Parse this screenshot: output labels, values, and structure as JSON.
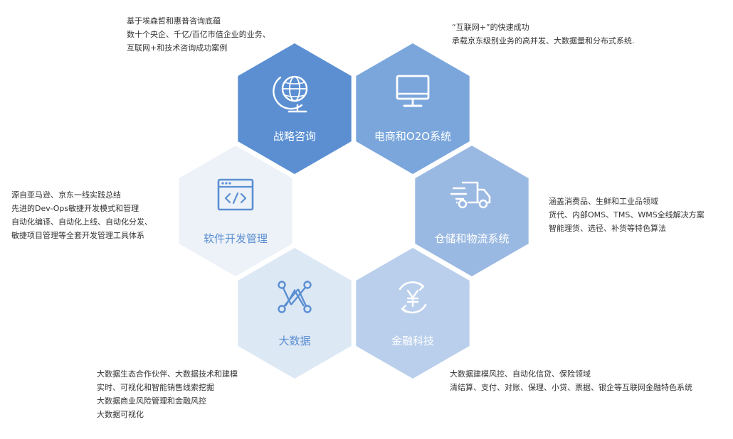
{
  "hexagons": [
    {
      "id": "strategy",
      "label": "战略咨询",
      "icon": "globe-icon",
      "fill": "#5b8fd2",
      "text_color": "#ffffff",
      "description": [
        "基于埃森哲和惠普咨询底蕴",
        "数十个央企、千亿/百亿市值企业的业务、",
        "互联网+和技术咨询成功案例"
      ]
    },
    {
      "id": "ecommerce",
      "label": "电商和O2O系统",
      "icon": "monitor-icon",
      "fill": "#7aa6dc",
      "text_color": "#ffffff",
      "description": [
        "“互联网+”的快速成功",
        "承载京东级别业务的高并发、大数据量和分布式系统."
      ]
    },
    {
      "id": "software",
      "label": "软件开发管理",
      "icon": "code-window-icon",
      "fill": "#edf2f8",
      "text_color": "#5b8fd2",
      "description": [
        "源自亚马逊、京东一线实践总结",
        "先进的Dev-Ops敏捷开发模式和管理",
        "自动化编译、自动化上线、自动化分发、",
        "敏捷项目管理等全套开发管理工具体系"
      ]
    },
    {
      "id": "logistics",
      "label": "仓储和物流系统",
      "icon": "truck-icon",
      "fill": "#9ab9e2",
      "text_color": "#ffffff",
      "description": [
        "涵盖消费品、生鲜和工业品领域",
        "货代、内部OMS、TMS、WMS全线解决方案",
        "智能理货、选径、补货等特色算法"
      ]
    },
    {
      "id": "bigdata",
      "label": "大数据",
      "icon": "network-nodes-icon",
      "fill": "#dde8f5",
      "text_color": "#5b8fd2",
      "description": [
        "大数据生态合作伙伴、大数据技术和建模",
        "实时、可视化和智能销售线索挖掘",
        "大数据商业风险管理和金融风控",
        "大数据可视化"
      ]
    },
    {
      "id": "fintech",
      "label": "金融科技",
      "icon": "yuan-coin-icon",
      "fill": "#b9cfec",
      "text_color": "#ffffff",
      "description": [
        "大数据建模风控、自动化信贷、保险领域",
        "清结算、支付、对账、保理、小贷、票据、银企等互联网金融特色系统"
      ]
    }
  ]
}
